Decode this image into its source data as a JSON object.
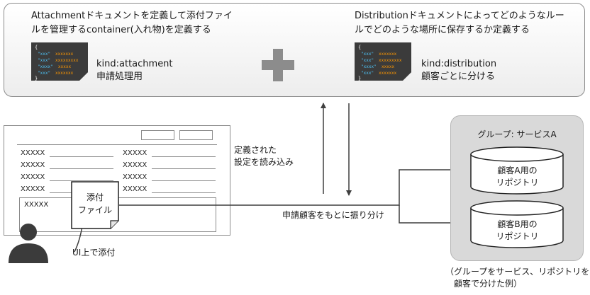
{
  "attachment_panel": {
    "description_line1": "Attachmentドキュメントを定義して添付ファイ",
    "description_line2": "ルを管理するcontainer(入れ物)を定義する",
    "kind_label": "kind:attachment",
    "usage_label": "申請処理用"
  },
  "distribution_panel": {
    "description_line1": "Distributionドキュメントによってどのようなルー",
    "description_line2": "ルでどのような場所に保存するか定義する",
    "kind_label": "kind:distribution",
    "usage_label": "顧客ごとに分ける"
  },
  "code_snippet": {
    "open_brace": "{",
    "close_brace": "}",
    "keys": [
      "\"xxx\"",
      "\"xxx\"",
      "\"xxxx\"",
      "\"xxx\""
    ],
    "values": [
      "xxxxxxx",
      "xxxxxxxxx",
      "xxxxx",
      "xxxxxxx"
    ]
  },
  "form": {
    "fields_left": [
      "XXXXX",
      "XXXXX",
      "XXXXX",
      "XXXXX"
    ],
    "fields_right": [
      "XXXXX",
      "XXXXX",
      "XXXXX",
      "XXXXX"
    ],
    "attachment_area_label": "XXXXX",
    "attachment_doc_line1": "添付",
    "attachment_doc_line2": "ファイル"
  },
  "labels": {
    "read_settings_line1": "定義された",
    "read_settings_line2": "設定を読み込み",
    "distribute_label": "申請顧客をもとに振り分け",
    "ui_attach_label": "UI上で添付"
  },
  "group": {
    "title": "グループ: サービスA",
    "repo_a_line1": "顧客A用の",
    "repo_a_line2": "リポジトリ",
    "repo_b_line1": "顧客B用の",
    "repo_b_line2": "リポジトリ",
    "note_line1": "（グループをサービス、リポジトリを",
    "note_line2": "顧客で分けた例）"
  },
  "colors": {
    "code_bg": "#3b3b3b",
    "code_key": "#4fc3f7",
    "code_value": "#ff9800",
    "plus": "#8c8c8c",
    "group_bg": "#d9d9d9",
    "line": "#3f3f3f"
  }
}
